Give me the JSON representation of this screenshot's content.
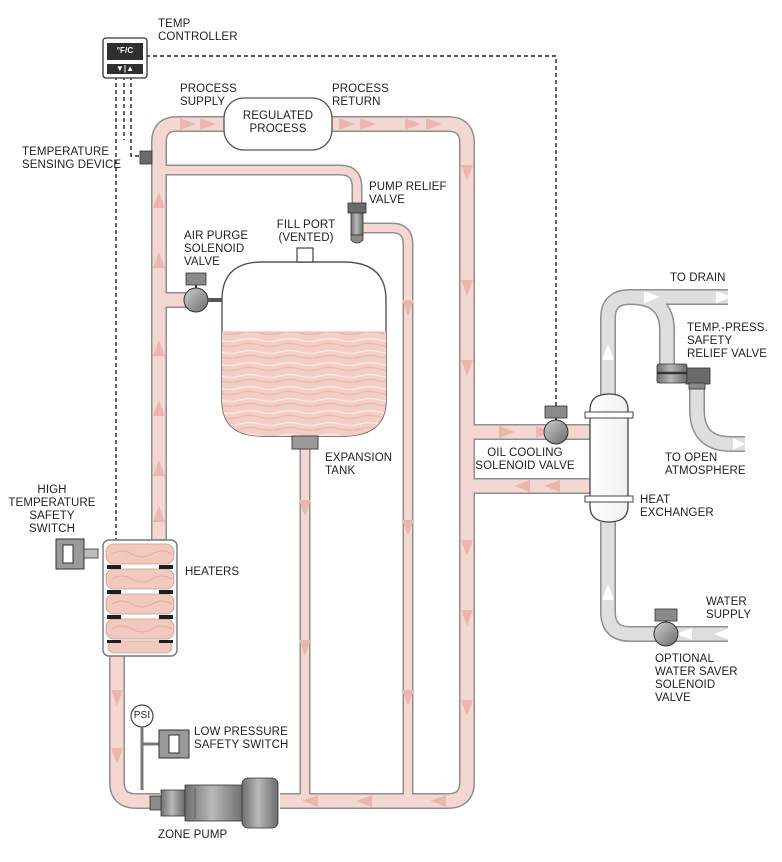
{
  "labels": {
    "temp_controller": [
      "TEMP",
      "CONTROLLER"
    ],
    "controller_display": "°F/C",
    "controller_buttons": "▼|▲",
    "process_supply": [
      "PROCESS",
      "SUPPLY"
    ],
    "process_return": [
      "PROCESS",
      "RETURN"
    ],
    "regulated_process": [
      "REGULATED",
      "PROCESS"
    ],
    "temperature_sensing_device": [
      "TEMPERATURE",
      "SENSING DEVICE"
    ],
    "pump_relief_valve": [
      "PUMP RELIEF",
      "VALVE"
    ],
    "fill_port": [
      "FILL PORT",
      "(VENTED)"
    ],
    "air_purge_solenoid_valve": [
      "AIR PURGE",
      "SOLENOID",
      "VALVE"
    ],
    "expansion_tank": [
      "EXPANSION",
      "TANK"
    ],
    "oil_cooling_solenoid_valve": [
      "OIL COOLING",
      "SOLENOID VALVE"
    ],
    "heat_exchanger": [
      "HEAT",
      "EXCHANGER"
    ],
    "to_drain": "TO DRAIN",
    "temp_press_safety_relief_valve": [
      "TEMP.-PRESS.",
      "SAFETY",
      "RELIEF VALVE"
    ],
    "to_open_atmosphere": [
      "TO OPEN",
      "ATMOSPHERE"
    ],
    "high_temperature_safety_switch": [
      "HIGH",
      "TEMPERATURE",
      "SAFETY",
      "SWITCH"
    ],
    "heaters": "HEATERS",
    "water_supply": [
      "WATER",
      "SUPPLY"
    ],
    "optional_water_saver_solenoid_valve": [
      "OPTIONAL",
      "WATER SAVER",
      "SOLENOID",
      "VALVE"
    ],
    "psi": "PSI",
    "low_pressure_safety_switch": [
      "LOW PRESSURE",
      "SAFETY SWITCH"
    ],
    "zone_pump": "ZONE PUMP"
  },
  "colors": {
    "oil_pipe": "#f5d7d1",
    "oil_arrow": "#eab7ae",
    "water_pipe": "#dedede",
    "water_arrow": "#ffffff",
    "pipe_outline": "#8a8a8a",
    "component_gray": "#9a9a9a",
    "component_dark": "#5d5d5d",
    "fluid": "#f4cdc4"
  }
}
